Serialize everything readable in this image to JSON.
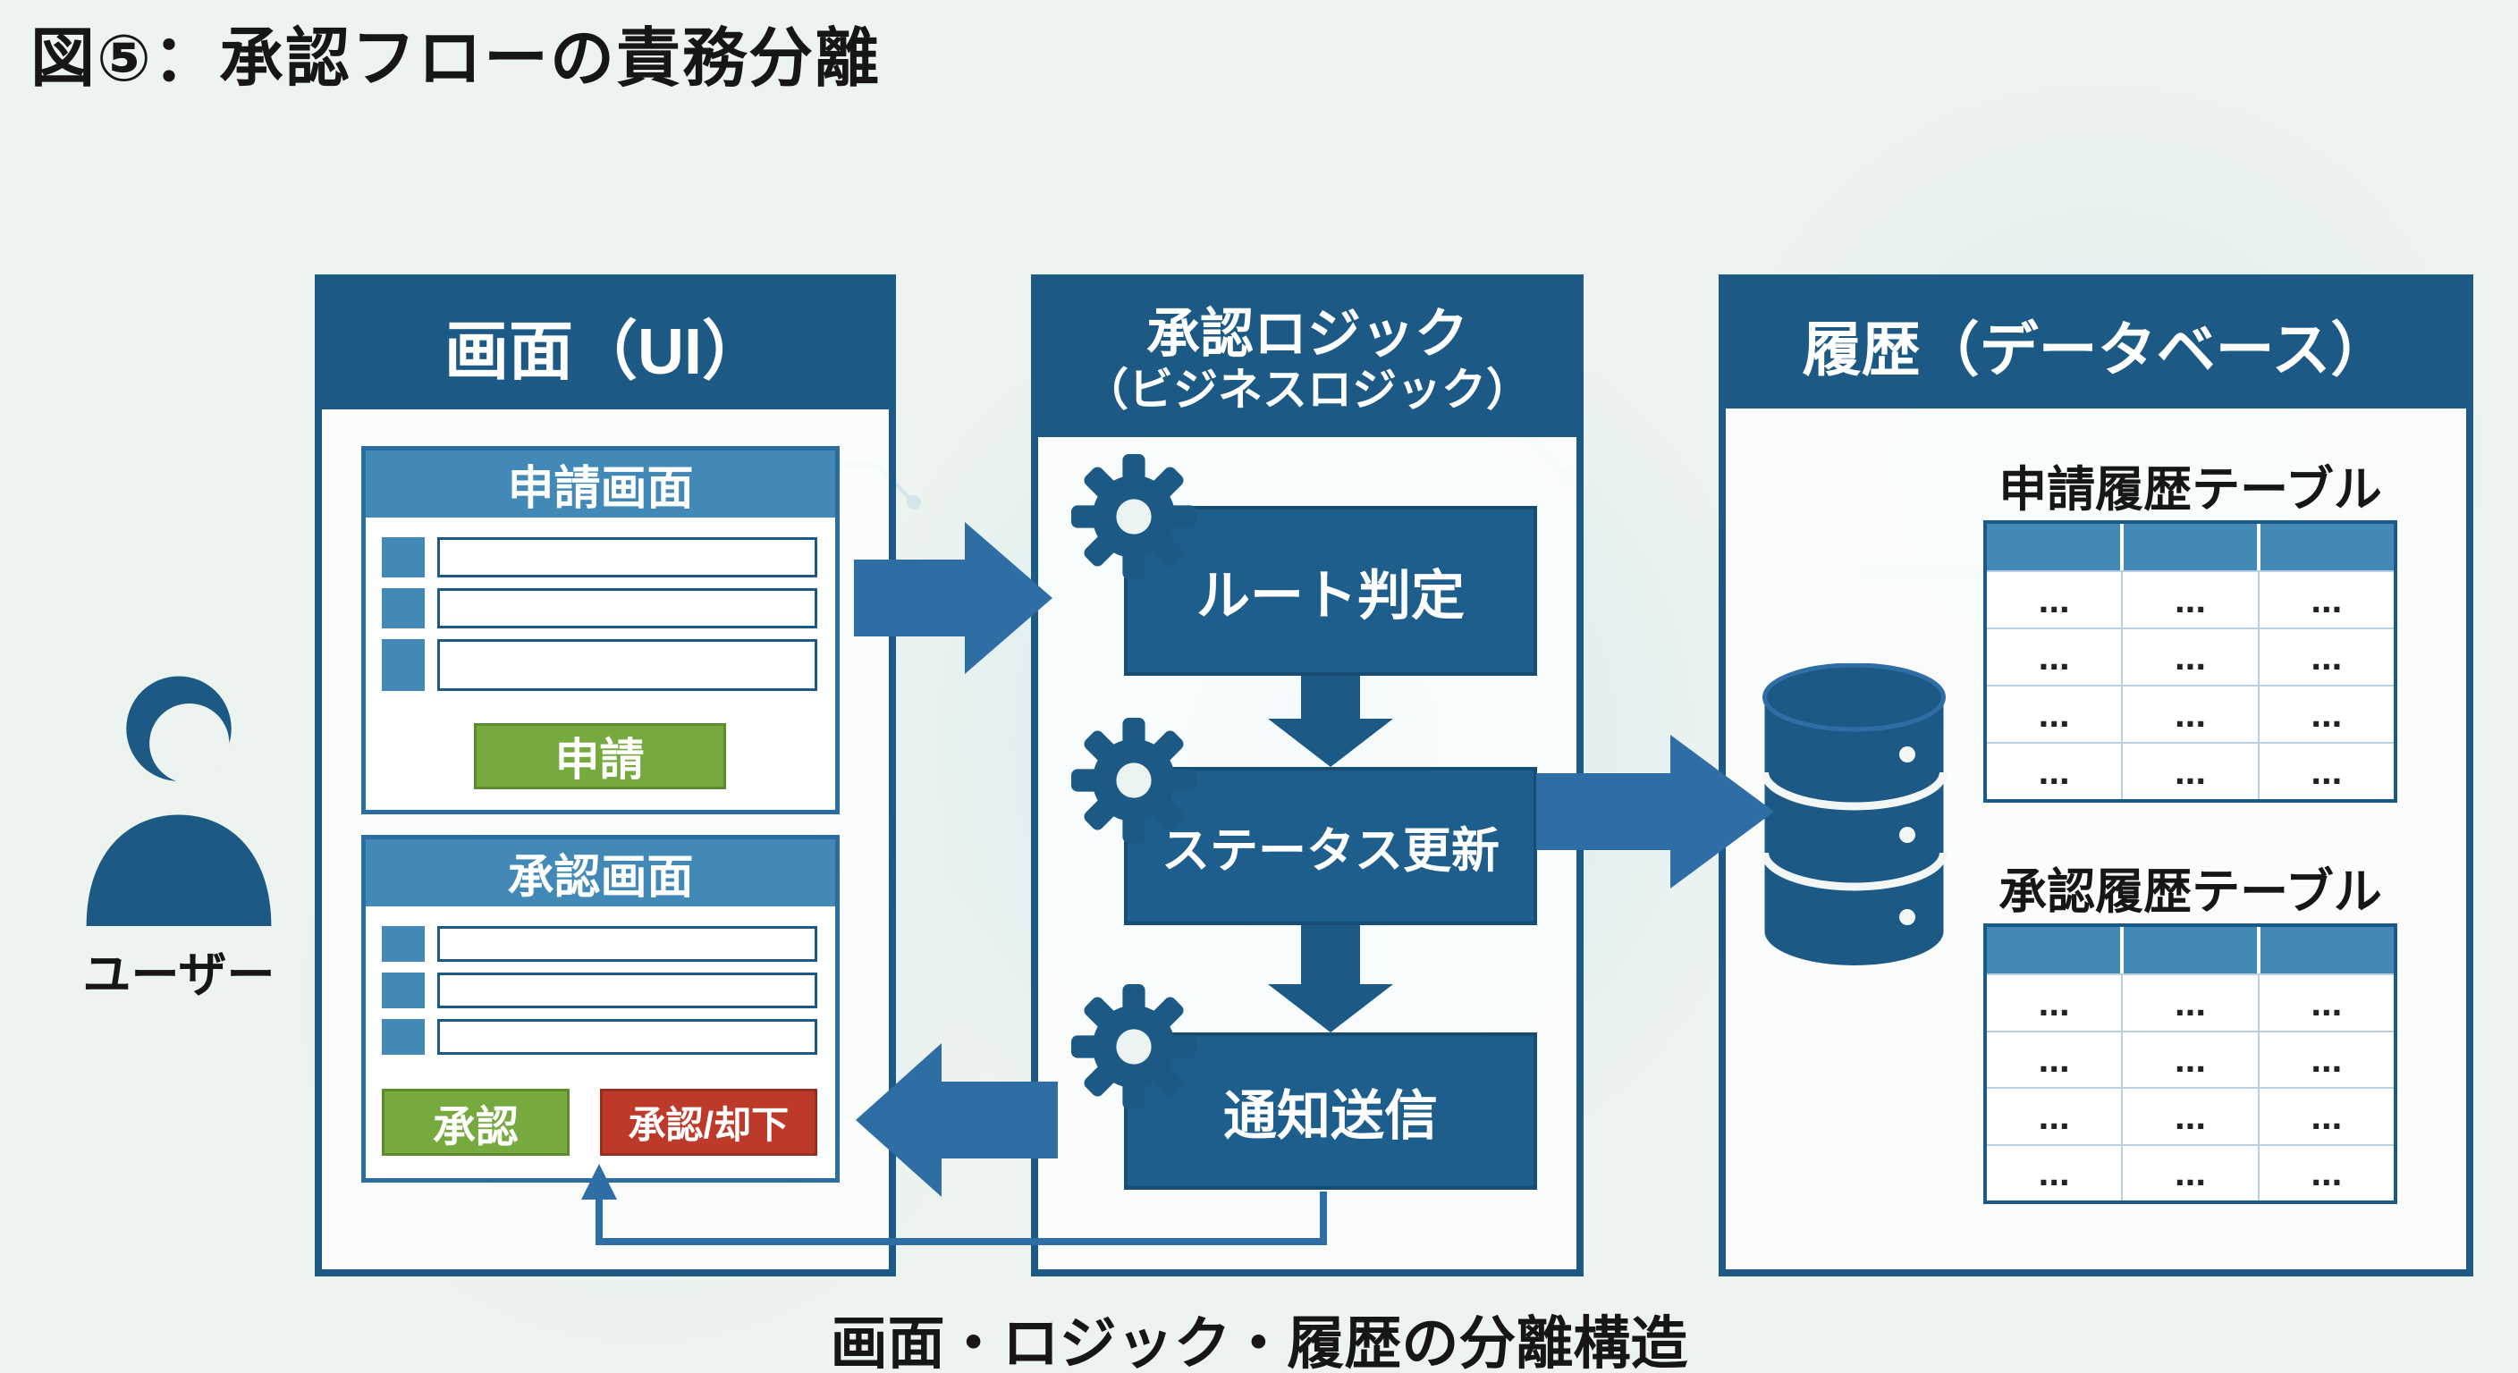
{
  "figure": {
    "title": "図⑤：承認フローの責務分離",
    "caption": "画面・ロジック・履歴の分離構造"
  },
  "actor": {
    "label": "ユーザー"
  },
  "ui_panel": {
    "title": "画面（UI）",
    "application_screen": {
      "title": "申請画面",
      "submit_button": "申請"
    },
    "approval_screen": {
      "title": "承認画面",
      "approve_button": "承認",
      "approve_reject_button": "承認/却下"
    }
  },
  "logic_panel": {
    "title_line1": "承認ロジック",
    "title_line2": "（ビジネスロジック）",
    "steps": [
      {
        "label": "ルート判定"
      },
      {
        "label": "ステータス更新"
      },
      {
        "label": "通知送信"
      }
    ]
  },
  "history_panel": {
    "title": "履歴（データベース）",
    "application_table": {
      "title": "申請履歴テーブル",
      "rows": [
        [
          "...",
          "...",
          "..."
        ],
        [
          "...",
          "...",
          "..."
        ],
        [
          "...",
          "...",
          "..."
        ],
        [
          "...",
          "...",
          "..."
        ]
      ]
    },
    "approval_table": {
      "title": "承認履歴テーブル",
      "rows": [
        [
          "...",
          "...",
          "..."
        ],
        [
          "...",
          "...",
          "..."
        ],
        [
          "...",
          "...",
          "..."
        ],
        [
          "...",
          "...",
          "..."
        ]
      ]
    }
  },
  "colors": {
    "dark_blue": "#1c5a85",
    "light_blue": "#4289b8",
    "green": "#76a93e",
    "red": "#bd3a2b",
    "arrow_blue": "#2f6ea5",
    "background": "#edf3ef"
  }
}
